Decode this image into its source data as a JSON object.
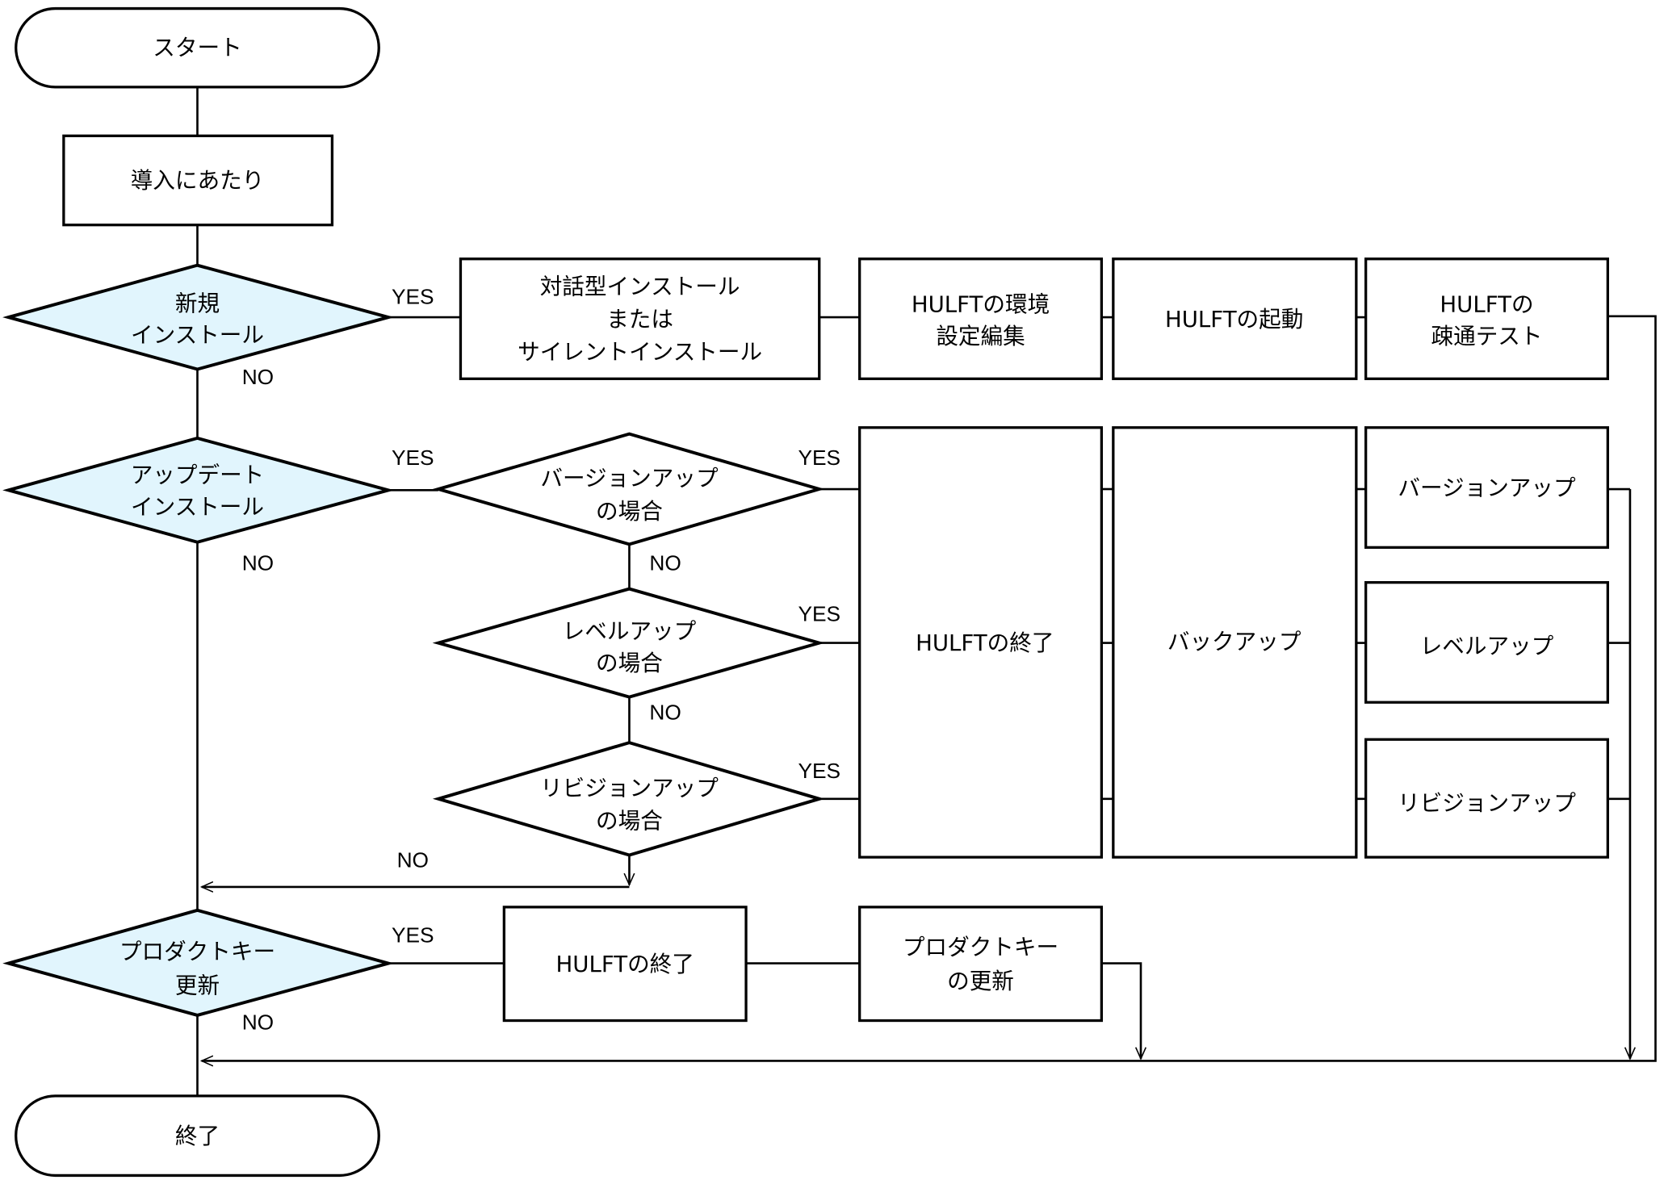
{
  "colors": {
    "decision_fill": "#e1f5fd",
    "line": "#000000",
    "box_fill": "#ffffff"
  },
  "nodes": {
    "start": "スタート",
    "intro": "導入にあたり",
    "new_install": [
      "新規",
      "インストール"
    ],
    "interactive_install": [
      "対話型インストール",
      "または",
      "サイレントインストール"
    ],
    "env_config": [
      "HULFTの環境",
      "設定編集"
    ],
    "hulft_start": "HULFTの起動",
    "connectivity_test": [
      "HULFTの",
      "疎通テスト"
    ],
    "update_install": [
      "アップデート",
      "インストール"
    ],
    "if_version_up": [
      "バージョンアップ",
      "の場合"
    ],
    "if_level_up": [
      "レベルアップ",
      "の場合"
    ],
    "if_revision_up": [
      "リビジョンアップ",
      "の場合"
    ],
    "hulft_stop": "HULFTの終了",
    "backup": "バックアップ",
    "version_up": "バージョンアップ",
    "level_up": "レベルアップ",
    "revision_up": "リビジョンアップ",
    "product_key_update": [
      "プロダクトキー",
      "更新"
    ],
    "hulft_stop_2": "HULFTの終了",
    "product_key_renew": [
      "プロダクトキー",
      "の更新"
    ],
    "end": "終了"
  },
  "labels": {
    "yes": "YES",
    "no": "NO"
  }
}
